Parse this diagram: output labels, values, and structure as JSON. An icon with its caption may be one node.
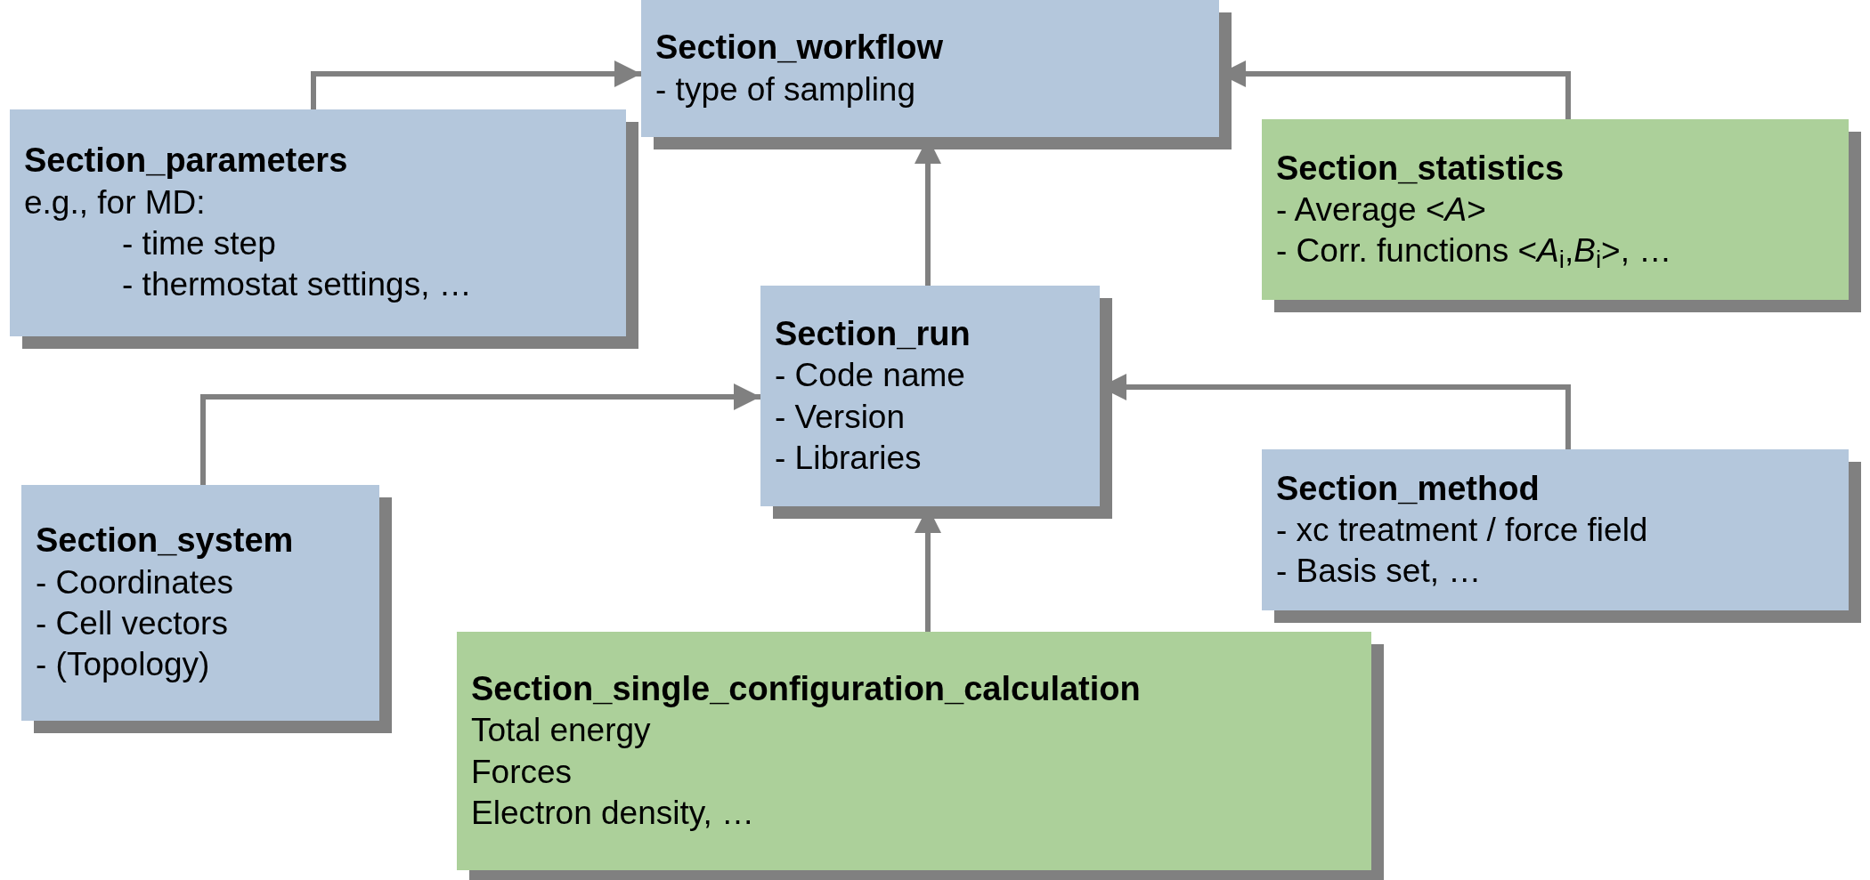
{
  "diagram": {
    "nodes": [
      {
        "text": [
          "Section_workflow",
          "- type of sampling"
        ]
      },
      {
        "text": [
          "Section_parameters",
          "e.g., for MD:",
          "- time step",
          "- thermostat settings, …"
        ]
      },
      {
        "text": [
          "Section_statistics",
          "- Average <*A*>",
          "- Corr. functions <*A*$_{i}$,*B*$_{i}$>, …"
        ]
      },
      {
        "text": [
          "Section_run",
          "- Code name",
          "- Version",
          "- Libraries"
        ]
      },
      {
        "text": [
          "Section_system",
          "- Coordinates",
          "- Cell vectors",
          "- (Topology)"
        ]
      },
      {
        "text": [
          "Section_method",
          "- xc treatment / force field",
          "- Basis set, …"
        ]
      },
      {
        "text": [
          "Section_single_configuration_calculation",
          "Total energy",
          "Forces",
          "Electron density, …"
        ]
      }
    ],
    "edges": [
      {
        "from": 1,
        "to": 0,
        "arrow": "to"
      },
      {
        "from": 2,
        "to": 0,
        "arrow": "to"
      },
      {
        "from": 3,
        "to": 0,
        "arrow": "to"
      },
      {
        "from": 4,
        "to": 3,
        "arrow": "to"
      },
      {
        "from": 5,
        "to": 3,
        "arrow": "to"
      },
      {
        "from": 6,
        "to": 3,
        "arrow": "to"
      }
    ]
  }
}
